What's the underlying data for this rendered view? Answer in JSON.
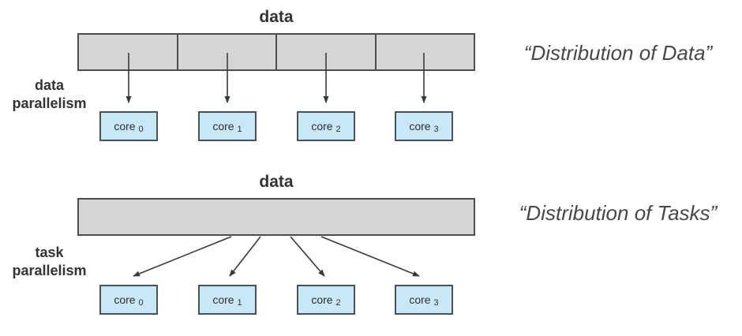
{
  "figure": {
    "colors": {
      "background": "#ffffff",
      "bar-fill": "#d5d5d5",
      "bar-border": "#4d4d4d",
      "core-fill": "#c9e8f7",
      "core-border": "#47525a",
      "label-text": "#333333",
      "caption-text": "#474747",
      "arrow": "#3a3a3a"
    },
    "sections": [
      {
        "id": "data-parallelism",
        "data_label": "data",
        "side_label": [
          "data",
          "parallelism"
        ],
        "caption": "“Distribution of Data”",
        "bar_segments": 4,
        "cores": [
          {
            "name": "core",
            "sub": "0"
          },
          {
            "name": "core",
            "sub": "1"
          },
          {
            "name": "core",
            "sub": "2"
          },
          {
            "name": "core",
            "sub": "3"
          }
        ]
      },
      {
        "id": "task-parallelism",
        "data_label": "data",
        "side_label": [
          "task",
          "parallelism"
        ],
        "caption": "“Distribution of Tasks”",
        "bar_segments": 1,
        "cores": [
          {
            "name": "core",
            "sub": "0"
          },
          {
            "name": "core",
            "sub": "1"
          },
          {
            "name": "core",
            "sub": "2"
          },
          {
            "name": "core",
            "sub": "3"
          }
        ]
      }
    ]
  }
}
